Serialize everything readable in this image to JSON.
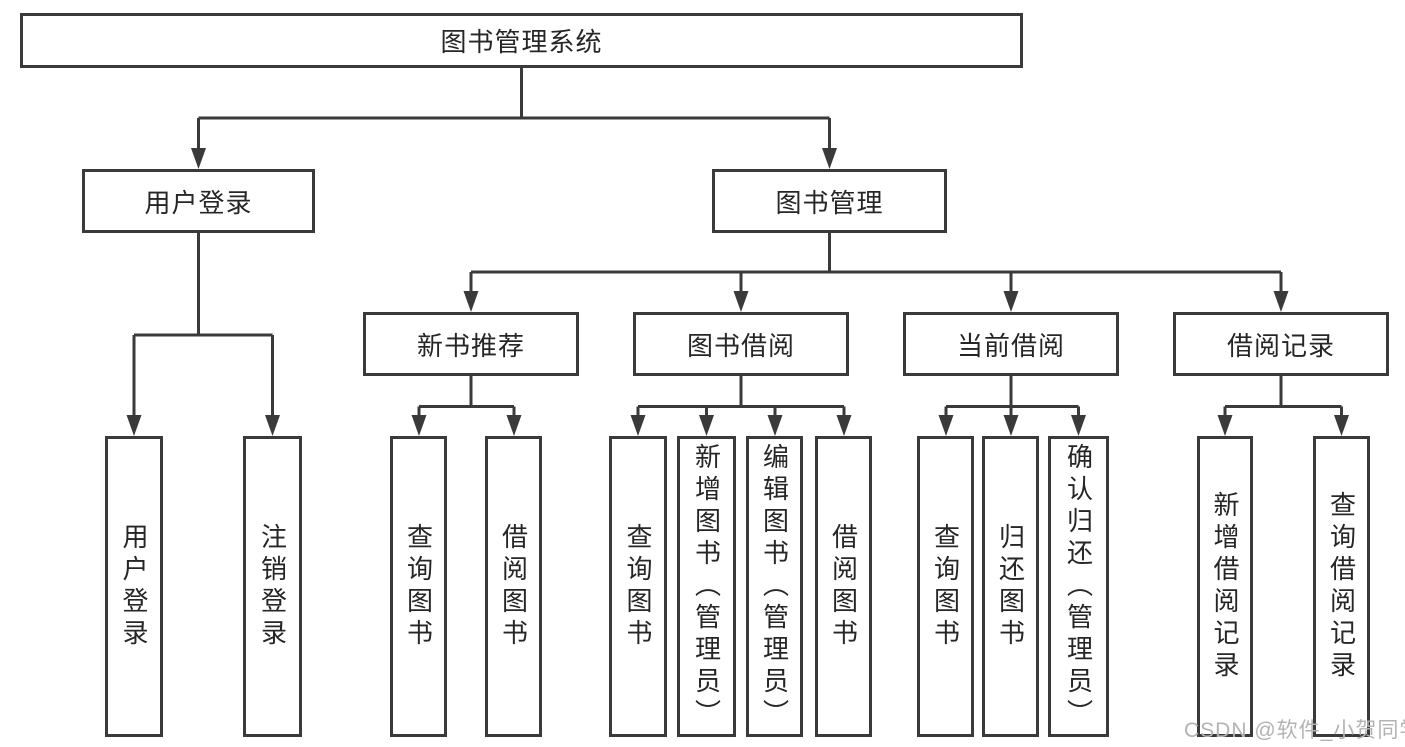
{
  "diagram": {
    "type": "hierarchy-tree",
    "root": {
      "label": "图书管理系统",
      "children": [
        {
          "label": "用户登录",
          "children": [
            {
              "label": "用户登录"
            },
            {
              "label": "注销登录"
            }
          ]
        },
        {
          "label": "图书管理",
          "children": [
            {
              "label": "新书推荐",
              "children": [
                {
                  "label": "查询图书"
                },
                {
                  "label": "借阅图书"
                }
              ]
            },
            {
              "label": "图书借阅",
              "children": [
                {
                  "label": "查询图书"
                },
                {
                  "label": "新增图书（管理员）"
                },
                {
                  "label": "编辑图书（管理员）"
                },
                {
                  "label": "借阅图书"
                }
              ]
            },
            {
              "label": "当前借阅",
              "children": [
                {
                  "label": "查询图书"
                },
                {
                  "label": "归还图书"
                },
                {
                  "label": "确认归还（管理员）"
                }
              ]
            },
            {
              "label": "借阅记录",
              "children": [
                {
                  "label": "新增借阅记录"
                },
                {
                  "label": "查询借阅记录"
                }
              ]
            }
          ]
        }
      ]
    }
  },
  "watermark": {
    "text": "CSDN @软件_小贺同学"
  },
  "colors": {
    "line": "#3a3a3a",
    "box_border": "#3a3a3a",
    "text": "#262626",
    "watermark": "#b3b3b3",
    "background": "#ffffff"
  }
}
